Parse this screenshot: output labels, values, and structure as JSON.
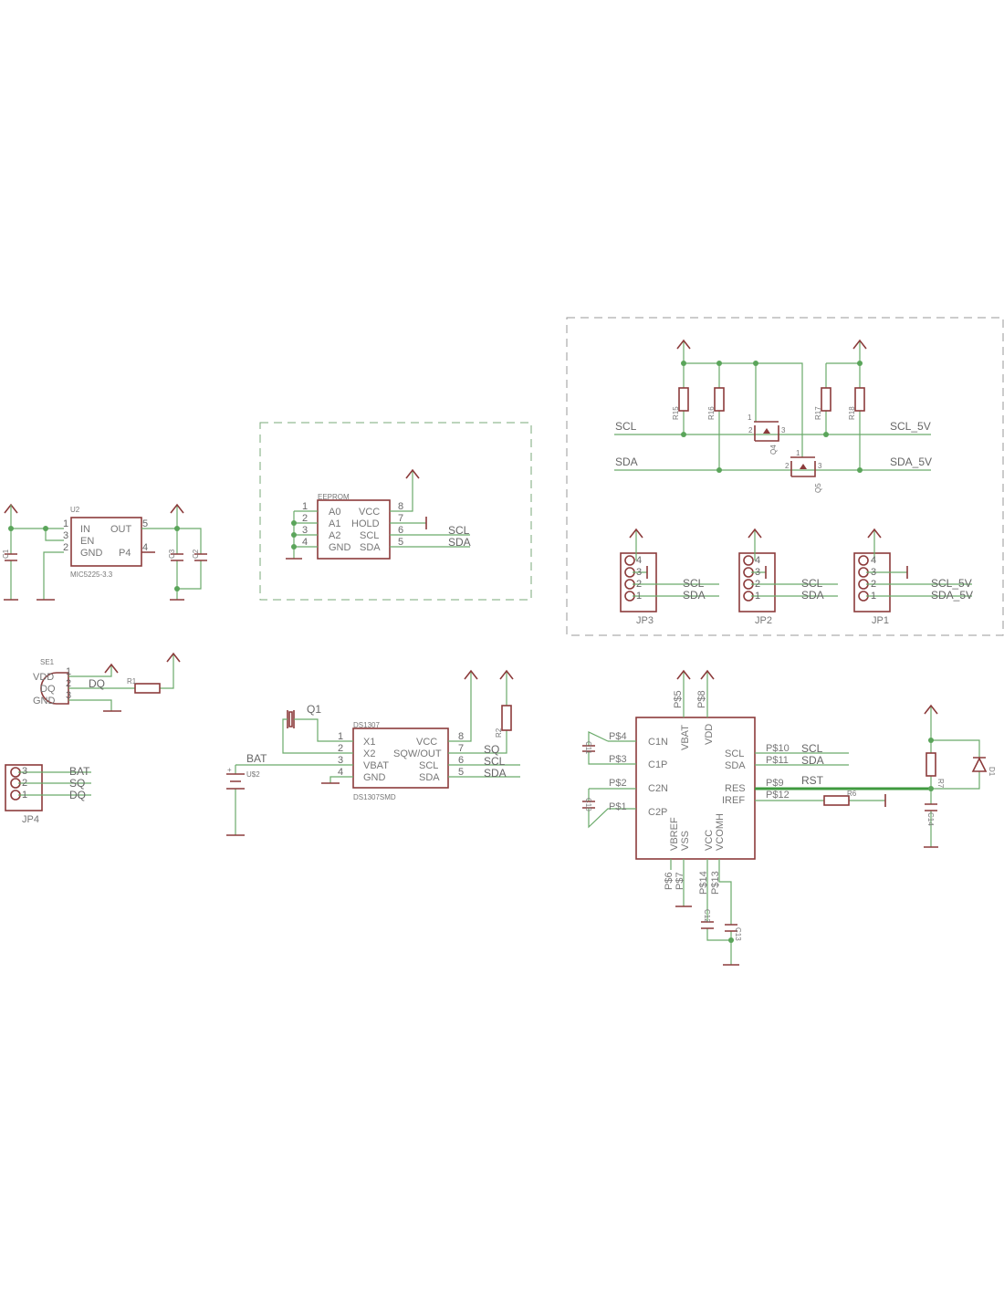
{
  "regulator": {
    "name": "U2",
    "value": "MIC5225-3.3",
    "pins": [
      "IN",
      "EN",
      "GND",
      "OUT",
      "P4"
    ],
    "pin_numbers": [
      "1",
      "3",
      "2",
      "5",
      "4"
    ],
    "caps": [
      "C1",
      "C3",
      "C2"
    ]
  },
  "eeprom": {
    "name": "EEPROM",
    "left_pins": [
      "A0",
      "A1",
      "A2",
      "GND"
    ],
    "left_numbers": [
      "1",
      "2",
      "3",
      "4"
    ],
    "right_pins": [
      "VCC",
      "HOLD",
      "SCL",
      "SDA"
    ],
    "right_numbers": [
      "8",
      "7",
      "6",
      "5"
    ],
    "nets": [
      "SCL",
      "SDA"
    ]
  },
  "sensor": {
    "name": "SE1",
    "pins": [
      "VDD",
      "DQ",
      "GND"
    ],
    "pin_numbers": [
      "1",
      "2",
      "3"
    ],
    "net": "DQ",
    "resistor": "R1"
  },
  "jp4": {
    "name": "JP4",
    "pin_numbers": [
      "3",
      "2",
      "1"
    ],
    "nets": [
      "BAT",
      "SQ",
      "DQ"
    ]
  },
  "rtc": {
    "name": "DS1307",
    "value": "DS1307SMD",
    "crystal": "Q1",
    "battery": "U$2",
    "bat_net": "BAT",
    "left_pins": [
      "X1",
      "X2",
      "VBAT",
      "GND"
    ],
    "left_numbers": [
      "1",
      "2",
      "3",
      "4"
    ],
    "right_pins": [
      "VCC",
      "SQW/OUT",
      "SCL",
      "SDA"
    ],
    "right_numbers": [
      "8",
      "7",
      "6",
      "5"
    ],
    "nets": [
      "SQ",
      "SCL",
      "SDA"
    ],
    "resistor": "R2"
  },
  "level_shifter": {
    "resistors": [
      "R15",
      "R16",
      "R17",
      "R18"
    ],
    "fets": [
      "Q4",
      "Q5"
    ],
    "fet_pins": [
      "1",
      "2",
      "3"
    ],
    "nets_left": [
      "SCL",
      "SDA"
    ],
    "nets_right": [
      "SCL_5V",
      "SDA_5V"
    ]
  },
  "headers": [
    {
      "name": "JP3",
      "pin_numbers": [
        "4",
        "3",
        "2",
        "1"
      ],
      "nets": [
        "SCL",
        "SDA"
      ]
    },
    {
      "name": "JP2",
      "pin_numbers": [
        "4",
        "3",
        "2",
        "1"
      ],
      "nets": [
        "SCL",
        "SDA"
      ]
    },
    {
      "name": "JP1",
      "pin_numbers": [
        "4",
        "3",
        "2",
        "1"
      ],
      "nets": [
        "SCL_5V",
        "SDA_5V"
      ]
    }
  ],
  "oled": {
    "left_pins": [
      "C1N",
      "C1P",
      "C2N",
      "C2P"
    ],
    "left_pads": [
      "P$4",
      "P$3",
      "P$2",
      "P$1"
    ],
    "top_pins": [
      "VBAT",
      "VDD"
    ],
    "top_pads": [
      "P$5",
      "P$8"
    ],
    "right_pins": [
      "SCL",
      "SDA",
      "RES",
      "IREF"
    ],
    "right_pads": [
      "P$10",
      "P$11",
      "P$9",
      "P$12"
    ],
    "right_nets": [
      "SCL",
      "SDA",
      "RST"
    ],
    "bottom_pins": [
      "VBREF",
      "VSS",
      "VCC",
      "VCOMH"
    ],
    "bottom_pads": [
      "P$6",
      "P$7",
      "P$14",
      "P$13"
    ],
    "caps": [
      "C11",
      "C10",
      "C12",
      "C13",
      "C14"
    ],
    "resistors": [
      "R6",
      "R7"
    ],
    "diode": "D1"
  }
}
